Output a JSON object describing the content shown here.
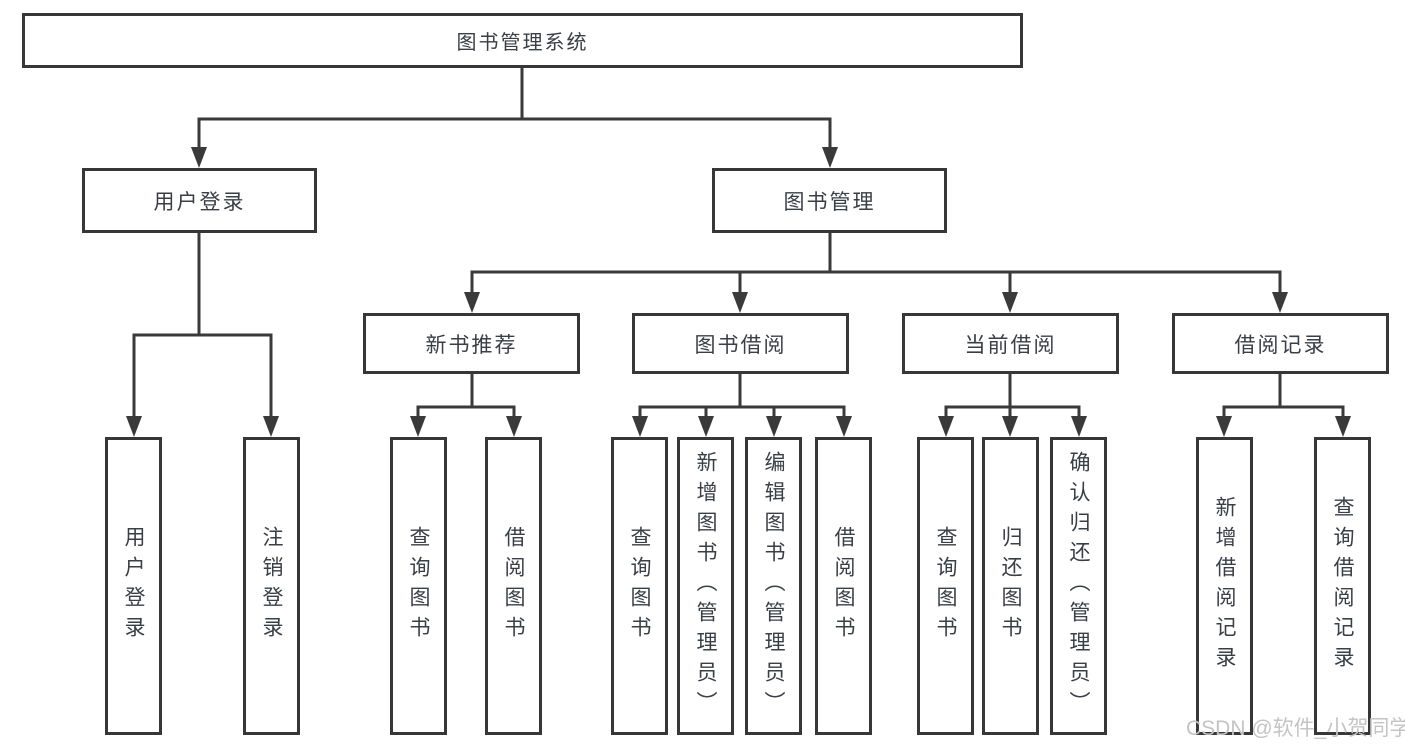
{
  "diagram": {
    "root": {
      "label": "图书管理系统"
    },
    "login_branch": {
      "label": "用户登录",
      "children": [
        {
          "label": "用户登录"
        },
        {
          "label": "注销登录"
        }
      ]
    },
    "mgmt_branch": {
      "label": "图书管理",
      "groups": [
        {
          "label": "新书推荐",
          "children": [
            {
              "label": "查询图书"
            },
            {
              "label": "借阅图书"
            }
          ]
        },
        {
          "label": "图书借阅",
          "children": [
            {
              "label": "查询图书"
            },
            {
              "label": "新增图书（管理员）"
            },
            {
              "label": "编辑图书（管理员）"
            },
            {
              "label": "借阅图书"
            }
          ]
        },
        {
          "label": "当前借阅",
          "children": [
            {
              "label": "查询图书"
            },
            {
              "label": "归还图书"
            },
            {
              "label": "确认归还（管理员）"
            }
          ]
        },
        {
          "label": "借阅记录",
          "children": [
            {
              "label": "新增借阅记录"
            },
            {
              "label": "查询借阅记录"
            }
          ]
        }
      ]
    },
    "colors": {
      "line": "#3a3a3a",
      "border": "#373737",
      "text": "#3a3f45",
      "watermark": "#c4c4c4"
    }
  },
  "watermark": {
    "text": "CSDN @软件_小贺同学"
  }
}
